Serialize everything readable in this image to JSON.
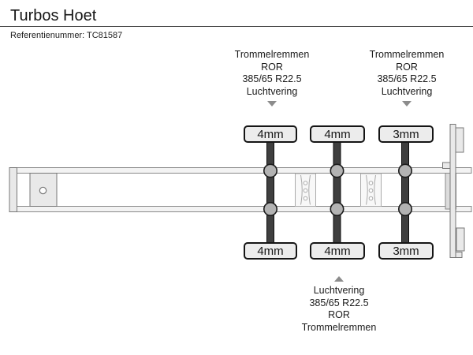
{
  "header": {
    "title": "Turbos Hoet",
    "reference": "Referentienummer: TC81587"
  },
  "callouts": {
    "top_left": {
      "target": "axle-1",
      "arrow": "down",
      "lines": [
        "Trommelremmen",
        "ROR",
        "385/65 R22.5",
        "Luchtvering"
      ]
    },
    "top_right": {
      "target": "axle-3",
      "arrow": "down",
      "lines": [
        "Trommelremmen",
        "ROR",
        "385/65 R22.5",
        "Luchtvering"
      ]
    },
    "bottom": {
      "target": "axle-2",
      "arrow": "up",
      "lines": [
        "Luchtvering",
        "385/65 R22.5",
        "ROR",
        "Trommelremmen"
      ]
    }
  },
  "measurements": {
    "top_row": [
      "4mm",
      "4mm",
      "3mm"
    ],
    "bottom_row": [
      "4mm",
      "4mm",
      "3mm"
    ]
  },
  "colors": {
    "axle_bar": "#3f3f3f",
    "hub": "#b3b3b3",
    "box_fill": "#ececec",
    "box_border": "#151515",
    "rail_fill": "#f3f3f3",
    "rail_stroke": "#8a8a8a",
    "arrow": "#8c8c8c",
    "text": "#1b1b1b"
  }
}
